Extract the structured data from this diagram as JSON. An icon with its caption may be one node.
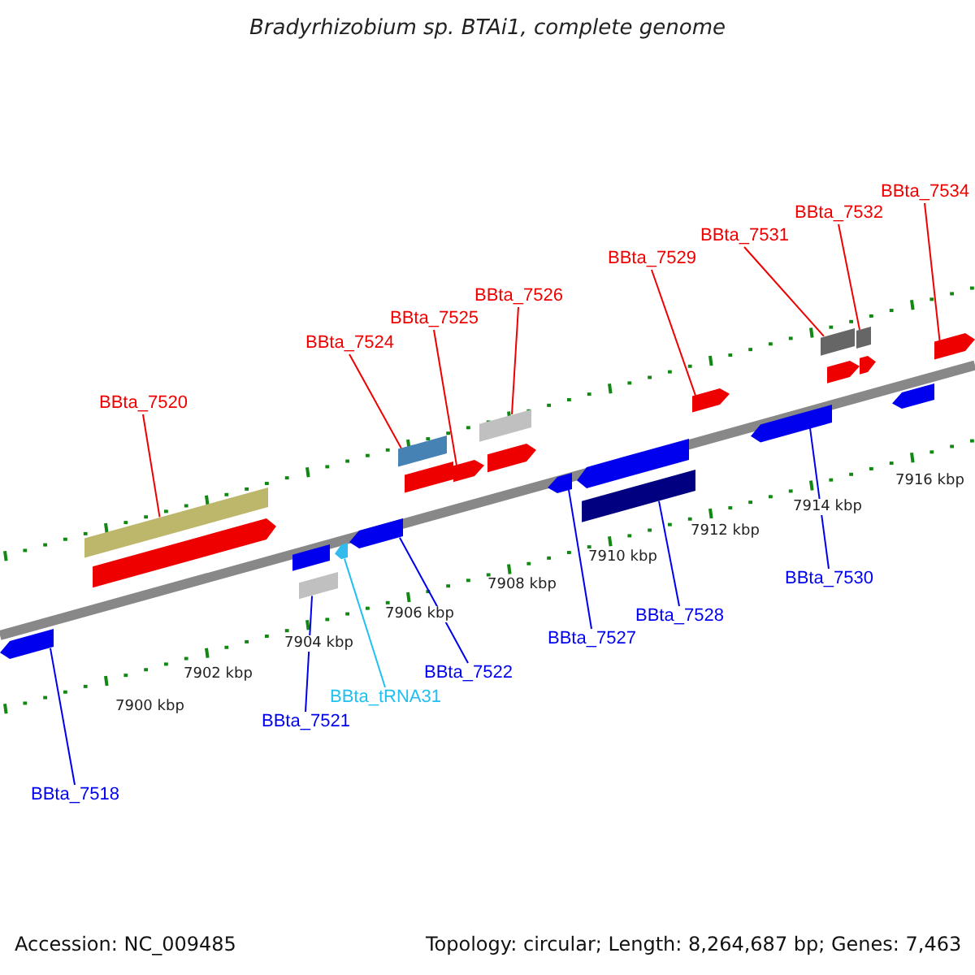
{
  "diagram": {
    "title": "Bradyrhizobium sp. BTAi1, complete genome",
    "nodes": [
      {
        "text": [
          "BBta_7534"
        ]
      },
      {
        "text": [
          "BBta_7532"
        ]
      },
      {
        "text": [
          "BBta_7531"
        ]
      },
      {
        "text": [
          "BBta_7529"
        ]
      },
      {
        "text": [
          "BBta_7526"
        ]
      },
      {
        "text": [
          "BBta_7525"
        ]
      },
      {
        "text": [
          "BBta_7524"
        ]
      },
      {
        "text": [
          "BBta_7520"
        ]
      },
      {
        "text": [
          "BBta_7530"
        ]
      },
      {
        "text": [
          "BBta_7528"
        ]
      },
      {
        "text": [
          "BBta_7527"
        ]
      },
      {
        "text": [
          "BBta_tRNA31"
        ]
      },
      {
        "text": [
          "BBta_7522"
        ]
      },
      {
        "text": [
          "BBta_7521"
        ]
      },
      {
        "text": [
          "BBta_7518"
        ]
      },
      {
        "text": [],
        "shape": "arrow"
      },
      {
        "text": [],
        "shape": "bar"
      },
      {
        "text": [],
        "shape": "arrow"
      },
      {
        "text": [],
        "shape": "arrow"
      },
      {
        "text": [],
        "shape": "bar"
      },
      {
        "text": [],
        "shape": "arrow"
      },
      {
        "text": [],
        "shape": "arrow"
      },
      {
        "text": [],
        "shape": "arrow"
      },
      {
        "text": [],
        "shape": "bar"
      },
      {
        "text": [],
        "shape": "arrow"
      },
      {
        "text": [],
        "shape": "bar"
      },
      {
        "text": [],
        "shape": "arrow"
      },
      {
        "text": [],
        "shape": "arrow"
      },
      {
        "text": [],
        "shape": "arrow"
      },
      {
        "text": [],
        "shape": "bar"
      },
      {
        "text": [],
        "shape": "arrow"
      },
      {
        "text": [],
        "shape": "arrow"
      },
      {
        "text": [],
        "shape": "bar"
      },
      {
        "text": [],
        "shape": "bar"
      },
      {
        "text": [],
        "shape": "arrow"
      },
      {
        "text": [],
        "shape": "arrow"
      },
      {
        "text": [],
        "shape": "arrow"
      },
      {
        "text": [],
        "shape": "arrow"
      }
    ],
    "edges": [
      {
        "from": 0,
        "to": 37,
        "arrow": "none"
      },
      {
        "from": 1,
        "to": 33,
        "arrow": "none"
      },
      {
        "from": 2,
        "to": 32,
        "arrow": "none"
      },
      {
        "from": 3,
        "to": 31,
        "arrow": "none"
      },
      {
        "from": 4,
        "to": 25,
        "arrow": "none"
      },
      {
        "from": 5,
        "to": 24,
        "arrow": "none"
      },
      {
        "from": 6,
        "to": 22,
        "arrow": "none"
      },
      {
        "from": 7,
        "to": 16,
        "arrow": "none"
      },
      {
        "from": 8,
        "to": 30,
        "arrow": "none",
        "color": "#0000f0"
      },
      {
        "from": 9,
        "to": 29,
        "arrow": "none",
        "color": "#0000f0"
      },
      {
        "from": 10,
        "to": 27,
        "arrow": "none",
        "color": "#0000f0"
      },
      {
        "from": 11,
        "to": 20,
        "arrow": "none",
        "color": "#20c0f0"
      },
      {
        "from": 12,
        "to": 21,
        "arrow": "none",
        "color": "#0000f0"
      },
      {
        "from": 13,
        "to": 18,
        "arrow": "none",
        "color": "#0000f0"
      },
      {
        "from": 14,
        "to": 15,
        "arrow": "none",
        "color": "#0000f0"
      }
    ],
    "labels": [
      "7900 kbp",
      "7902 kbp",
      "7904 kbp",
      "7906 kbp",
      "7908 kbp",
      "7910 kbp",
      "7912 kbp",
      "7914 kbp",
      "7916 kbp",
      "Accession: NC_009485",
      "Topology: circular; Length: 8,264,687 bp; Genes: 7,463"
    ]
  }
}
